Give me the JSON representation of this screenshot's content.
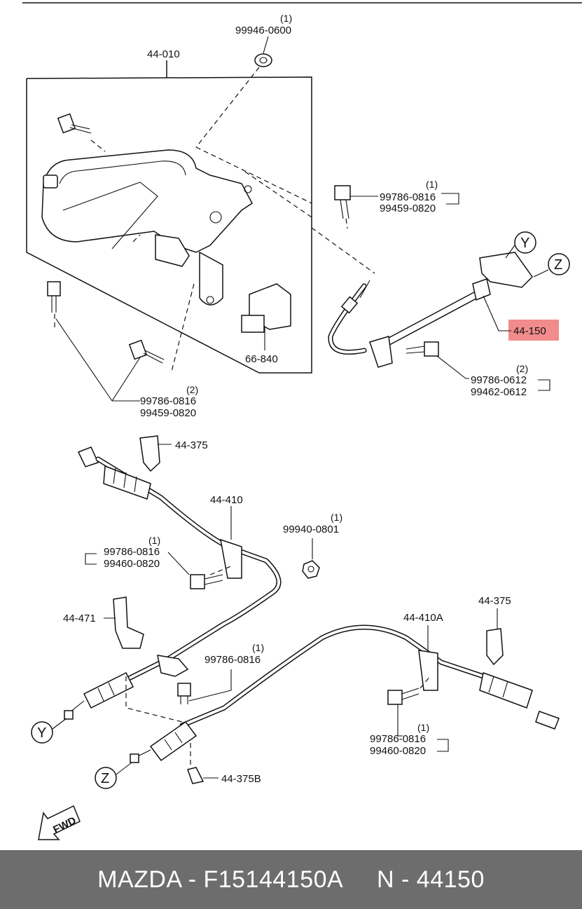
{
  "diagram": {
    "labels": {
      "p44010": "44-010",
      "p99946_qty": "(1)",
      "p99946": "99946-0600",
      "p99786a_qty": "(1)",
      "p99786a": "99786-0816",
      "p99459a": "99459-0820",
      "callout_y": "Y",
      "callout_z": "Z",
      "p44150": "44-150",
      "p99786b_qty": "(2)",
      "p99786b": "99786-0612",
      "p99462": "99462-0612",
      "p66840": "66-840",
      "p99786c_qty": "(2)",
      "p99786c": "99786-0816",
      "p99459c": "99459-0820",
      "p44375a": "44-375",
      "p44410": "44-410",
      "p99940_qty": "(1)",
      "p99940": "99940-0801",
      "p99786d_qty": "(1)",
      "p99786d": "99786-0816",
      "p99460d": "99460-0820",
      "p44471": "44-471",
      "p99786e_qty": "(1)",
      "p99786e": "99786-0816",
      "p44410a": "44-410A",
      "p44375b": "44-375",
      "p99786f_qty": "(1)",
      "p99786f": "99786-0816",
      "p99460f": "99460-0820",
      "callout_y2": "Y",
      "callout_z2": "Z",
      "p44375c": "44-375B",
      "fwd": "FWD"
    },
    "highlight_color": "#f28b8b"
  },
  "footer": {
    "text": "MAZDA - F15144150A     N - 44150",
    "background": "#6d6d6d"
  }
}
